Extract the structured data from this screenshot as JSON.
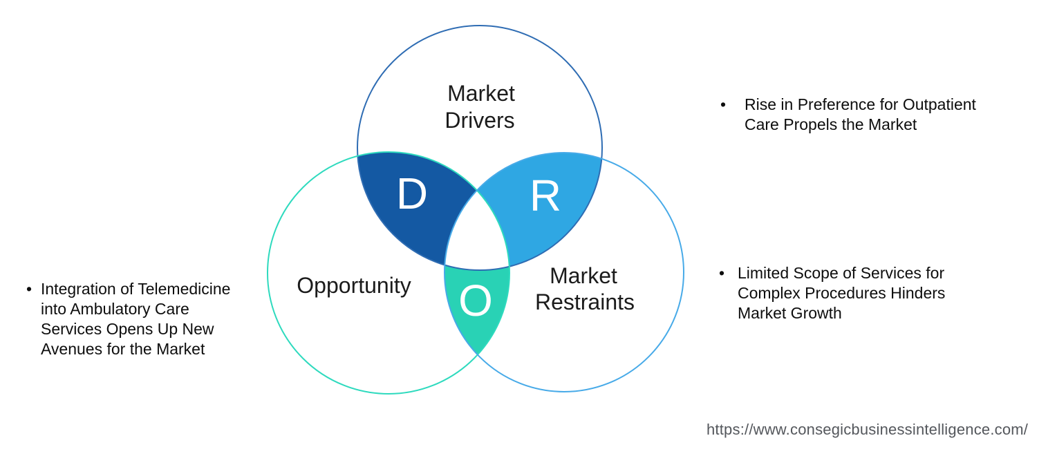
{
  "page": {
    "background": "#ffffff",
    "source_url": "https://www.consegicbusinessintelligence.com/"
  },
  "venn": {
    "drivers": {
      "label_line1": "Market",
      "label_line2": "Drivers",
      "letter": "D",
      "outline_color": "#2e6cb3",
      "overlap_fill": "#1459a3",
      "label_color": "#1b1b1b",
      "letter_color": "#ffffff"
    },
    "opportunity": {
      "label": "Opportunity",
      "letter": "O",
      "outline_color": "#2edabe",
      "overlap_fill": "#29d2b5",
      "label_color": "#1b1b1b",
      "letter_color": "#ffffff"
    },
    "restraints": {
      "label_line1": "Market",
      "label_line2": "Restraints",
      "letter": "R",
      "outline_color": "#47aae8",
      "overlap_fill": "#2fa7e3",
      "label_color": "#1b1b1b",
      "letter_color": "#ffffff"
    }
  },
  "annotations": {
    "driver_note": {
      "bullet": "•",
      "lines": [
        "Rise in Preference for Outpatient",
        "Care Propels the Market"
      ]
    },
    "restraint_note": {
      "bullet": "•",
      "lines": [
        "Limited Scope of Services for",
        "Complex Procedures Hinders",
        "Market Growth"
      ]
    },
    "opportunity_note": {
      "bullet": "•",
      "lines": [
        "Integration of Telemedicine",
        "into Ambulatory Care",
        "Services Opens Up New",
        "Avenues for the Market"
      ]
    }
  }
}
